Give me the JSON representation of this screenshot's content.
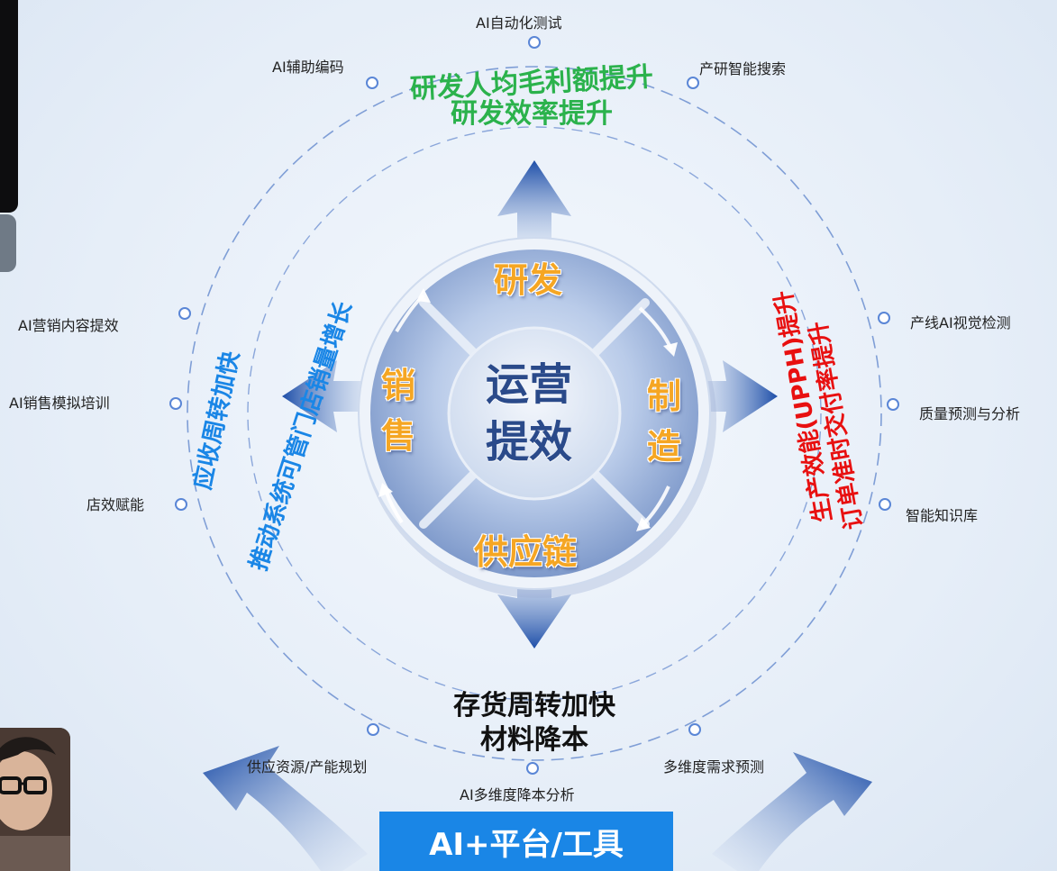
{
  "center": {
    "line1": "运营",
    "line2": "提效"
  },
  "segments": {
    "top": "研发",
    "right_1": "制",
    "right_2": "造",
    "bottom": "供应链",
    "left_1": "销",
    "left_2": "售"
  },
  "goals": {
    "rd_line1": "研发人均毛利额提升",
    "rd_line2": "研发效率提升",
    "sales_line1": "应收周转加快",
    "sales_line2": "推动系统可管门店销量增长",
    "mfg_line1": "生产效能(UPPH)提升",
    "mfg_line2": "订单准时交付率提升",
    "supply_line1": "存货周转加快",
    "supply_line2": "材料降本"
  },
  "nodes": {
    "ai_test": "AI自动化测试",
    "ai_coding": "AI辅助编码",
    "rd_search": "产研智能搜索",
    "ai_marketing": "AI营销内容提效",
    "ai_sales_training": "AI销售模拟培训",
    "store": "店效赋能",
    "vision": "产线AI视觉检测",
    "quality": "质量预测与分析",
    "knowledge": "智能知识库",
    "supply_plan": "供应资源/产能规划",
    "demand": "多维度需求预测",
    "cost": "AI多维度降本分析"
  },
  "platform": {
    "label": "AI+平台/工具"
  },
  "colors": {
    "green": "#2bb24c",
    "blue": "#1a86e6",
    "red": "#e81010",
    "orange": "#f5a623",
    "navy": "#2a4a8a",
    "dash": "#7f9ed6"
  }
}
